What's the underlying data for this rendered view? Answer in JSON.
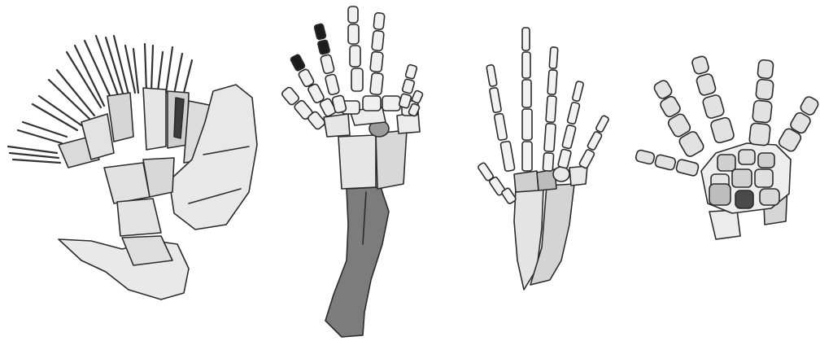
{
  "figure": {
    "panels": [
      {
        "id": "fin-1"
      },
      {
        "id": "limb-2"
      },
      {
        "id": "limb-3"
      },
      {
        "id": "limb-4"
      }
    ]
  },
  "colors": {
    "paper": "#ffffff",
    "outline": "#2b2b2b",
    "bone_light": "#ececec",
    "bone_mid": "#d2d2d2",
    "bone_dark": "#7a7a7a",
    "tip_black": "#1a1a1a"
  }
}
